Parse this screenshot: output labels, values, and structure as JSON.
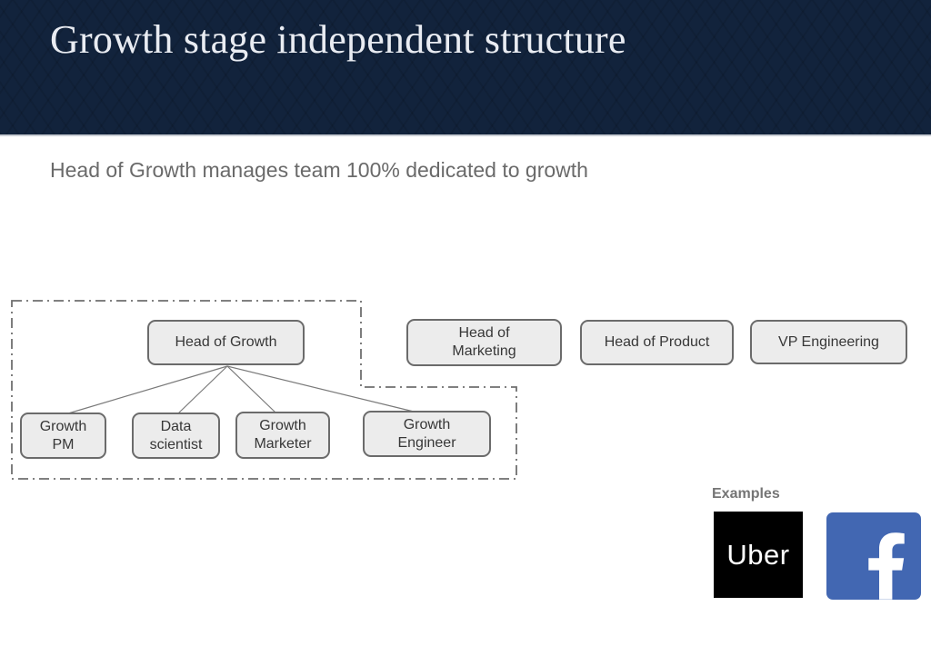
{
  "slide": {
    "title": "Growth stage independent structure",
    "subtitle": "Head of Growth manages team 100% dedicated to growth"
  },
  "org_chart": {
    "boxes": [
      {
        "id": "head-of-growth",
        "label": "Head of Growth"
      },
      {
        "id": "head-of-marketing",
        "label": "Head of\nMarketing"
      },
      {
        "id": "head-of-product",
        "label": "Head of Product"
      },
      {
        "id": "vp-engineering",
        "label": "VP Engineering"
      },
      {
        "id": "growth-pm",
        "label": "Growth\nPM"
      },
      {
        "id": "data-scientist",
        "label": "Data\nscientist"
      },
      {
        "id": "growth-marketer",
        "label": "Growth\nMarketer"
      },
      {
        "id": "growth-engineer",
        "label": "Growth\nEngineer"
      }
    ],
    "grouping": "dash-dot border around Head of Growth and its four reports"
  },
  "examples": {
    "label": "Examples",
    "logos": [
      {
        "name": "uber",
        "text": "Uber",
        "bg": "#000000",
        "fg": "#ffffff"
      },
      {
        "name": "facebook",
        "text": "f",
        "bg": "#4267b2",
        "fg": "#ffffff"
      }
    ]
  },
  "colors": {
    "header_navy": "#12233c",
    "title_text": "#e9ecf2",
    "subtitle_gray": "#6a6a6a",
    "box_fill": "#ececec",
    "box_border": "#6b6b6b",
    "box_text": "#373737",
    "connector_gray": "#7a7a7a",
    "dash_border_gray": "#6f6f6f",
    "examples_gray": "#757575",
    "facebook_blue": "#4267b2",
    "uber_black": "#000000"
  }
}
